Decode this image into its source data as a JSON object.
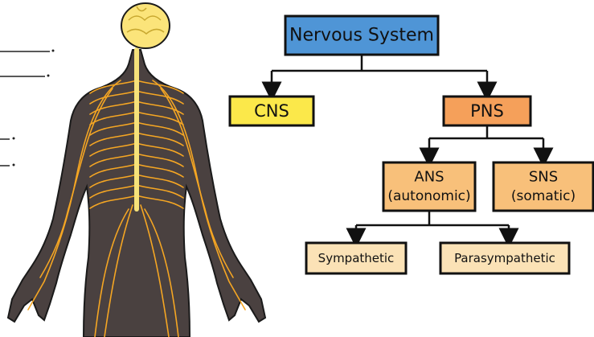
{
  "diagram": {
    "root": {
      "label": "Nervous System",
      "color": "#4f95d6"
    },
    "cns": {
      "label": "CNS",
      "color": "#fbe84a"
    },
    "pns": {
      "label": "PNS",
      "color": "#f5a05a"
    },
    "ans": {
      "line1": "ANS",
      "line2": "(autonomic)",
      "color": "#f8c07a"
    },
    "sns": {
      "line1": "SNS",
      "line2": "(somatic)",
      "color": "#f8c07a"
    },
    "sympathetic": {
      "label": "Sympathetic",
      "color": "#fbe2b6"
    },
    "parasympathetic": {
      "label": "Parasympathetic",
      "color": "#fbe2b6"
    }
  },
  "figure": {
    "body_color": "#4a4140",
    "brain_color": "#fbe47a",
    "nerve_color": "#f5a623",
    "spine_color": "#f6e27a"
  }
}
